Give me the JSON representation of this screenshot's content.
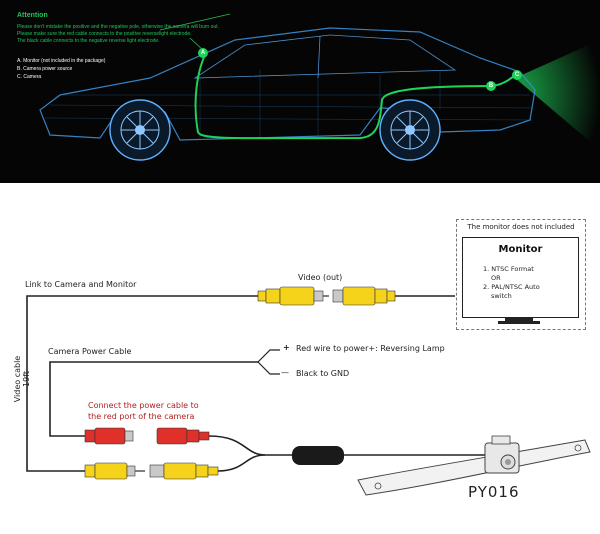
{
  "attention": {
    "title": "Attention",
    "lines": [
      "Please don't mistake the positive and the negative pole, otherwise the camera will burn out.",
      "Please make sure the red cable connects to the positive reverselight electrode.",
      "The black cable connects to the negative reverse light electrode."
    ],
    "legend": [
      {
        "key": "A.",
        "text": "Monitor (not included in the package)"
      },
      {
        "key": "B.",
        "text": "Camera power source"
      },
      {
        "key": "C.",
        "text": "Camera"
      }
    ],
    "markers": [
      "A",
      "B",
      "C"
    ]
  },
  "diagram": {
    "link_label": "Link to Camera and Monitor",
    "video_out_label": "Video (out)",
    "power_cable_label": "Camera Power Cable",
    "red_wire_label": "Red wire to power+: Reversing Lamp",
    "black_wire_label": "Black to GND",
    "plus_sign": "+",
    "minus_sign": "—",
    "connect_note_line1": "Connect the power cable to",
    "connect_note_line2": "the red port of the camera",
    "video_cable_label": "Video cable 19ft",
    "model_name": "PY016"
  },
  "monitor": {
    "note": "The monitor does not included",
    "title": "Monitor",
    "options": [
      "1. NTSC Format",
      "OR",
      "2. PAL/NTSC Auto",
      "switch"
    ]
  },
  "colors": {
    "green_accent": "#22c35a",
    "yellow_plug": "#f6d31b",
    "red_plug": "#e0302a",
    "wireframe": "#3a8fd8"
  }
}
